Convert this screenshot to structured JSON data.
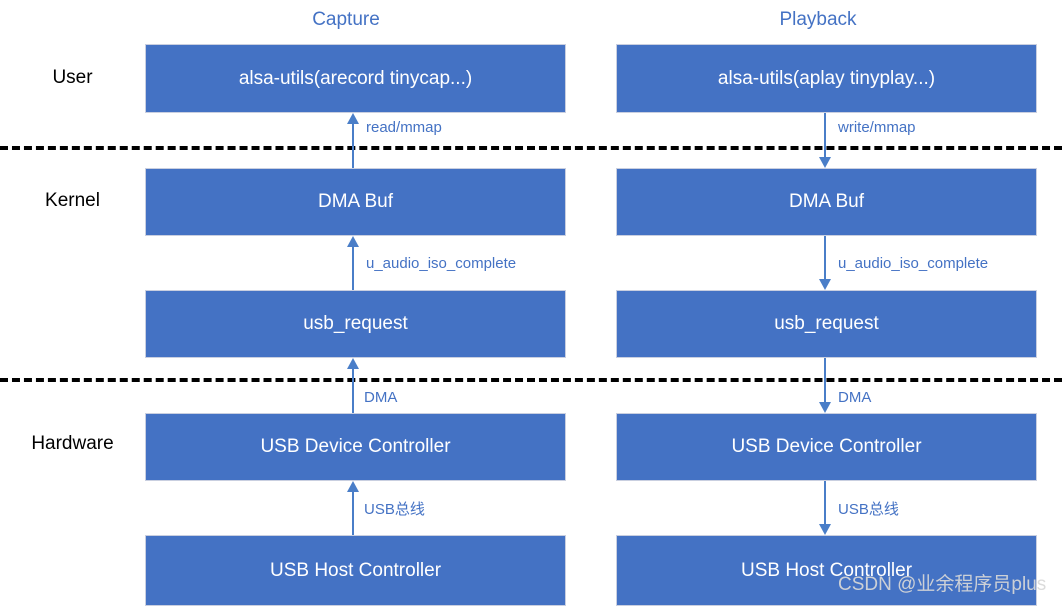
{
  "diagram": {
    "title_capture": "Capture",
    "title_playback": "Playback",
    "layers": [
      {
        "label": "User"
      },
      {
        "label": "Kernel"
      },
      {
        "label": "Hardware"
      }
    ],
    "capture_blocks": [
      {
        "label": "alsa-utils(arecord tinycap...)"
      },
      {
        "label": "DMA Buf"
      },
      {
        "label": "usb_request"
      },
      {
        "label": "USB Device Controller"
      },
      {
        "label": "USB Host Controller"
      }
    ],
    "playback_blocks": [
      {
        "label": "alsa-utils(aplay tinyplay...)"
      },
      {
        "label": "DMA Buf"
      },
      {
        "label": "usb_request"
      },
      {
        "label": "USB Device Controller"
      },
      {
        "label": "USB Host Controller"
      }
    ],
    "capture_arrows": [
      {
        "label": "read/mmap",
        "direction": "up"
      },
      {
        "label": "u_audio_iso_complete",
        "direction": "up"
      },
      {
        "label": "DMA",
        "direction": "up"
      },
      {
        "label": "USB总线",
        "direction": "up"
      }
    ],
    "playback_arrows": [
      {
        "label": "write/mmap",
        "direction": "down"
      },
      {
        "label": "u_audio_iso_complete",
        "direction": "down"
      },
      {
        "label": "DMA",
        "direction": "down"
      },
      {
        "label": "USB总线",
        "direction": "down"
      }
    ],
    "watermark": "CSDN @业余程序员plus",
    "colors": {
      "block_fill": "#4472c4",
      "block_border": "#c9cfe0",
      "arrow": "#4a7ec8",
      "title": "#4472c4",
      "divider": "#000000",
      "block_text": "#ffffff",
      "layer_text": "#000000",
      "watermark": "#d8d8d8"
    }
  }
}
